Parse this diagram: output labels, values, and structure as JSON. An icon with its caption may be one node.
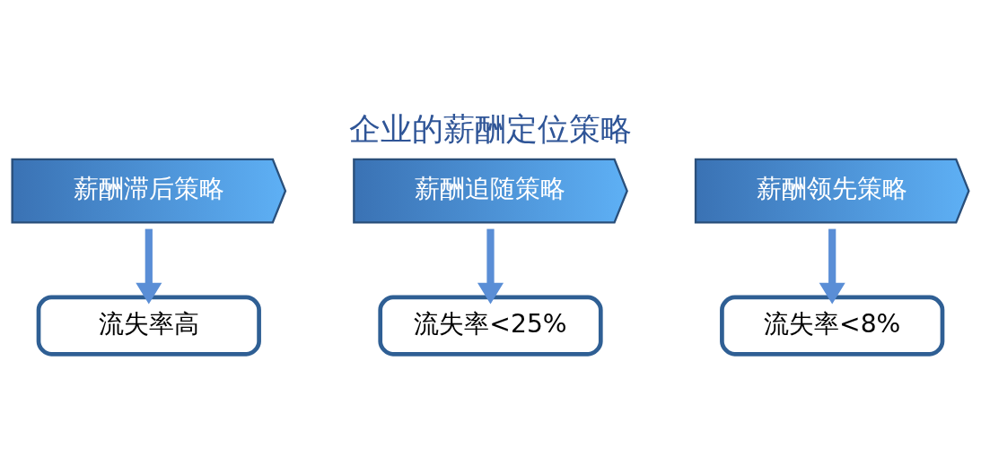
{
  "diagram": {
    "title": "企业的薪酬定位策略",
    "nodes": [
      {
        "text": [
          "薪酬滞后策略"
        ]
      },
      {
        "text": [
          "薪酬追随策略"
        ]
      },
      {
        "text": [
          "薪酬领先策略"
        ]
      },
      {
        "text": [
          "流失率高"
        ]
      },
      {
        "text": [
          "流失率<25%"
        ]
      },
      {
        "text": [
          "流失率<8%"
        ]
      }
    ],
    "edges": [
      {
        "from": 0,
        "to": 3,
        "arrow": "to"
      },
      {
        "from": 1,
        "to": 4,
        "arrow": "to"
      },
      {
        "from": 2,
        "to": 5,
        "arrow": "to"
      }
    ]
  }
}
